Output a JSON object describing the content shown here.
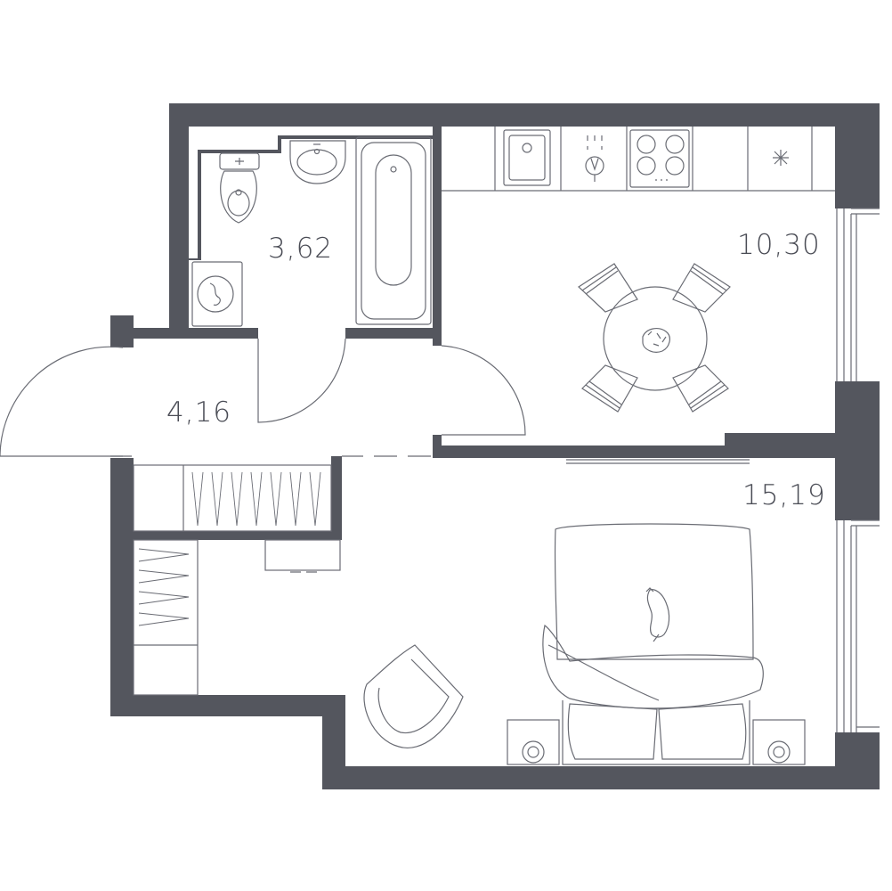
{
  "colors": {
    "wall": "#54565e",
    "line": "#6a6c74",
    "text": "#4a4c55",
    "background": "#ffffff"
  },
  "rooms": [
    {
      "id": "bathroom",
      "area_label": "3,62"
    },
    {
      "id": "kitchen",
      "area_label": "10,30"
    },
    {
      "id": "hallway",
      "area_label": "4,16"
    },
    {
      "id": "bedroom",
      "area_label": "15,19"
    }
  ],
  "icons": [
    "toilet-icon",
    "washbasin-icon",
    "bathtub-icon",
    "washing-machine-icon",
    "kitchen-sink-icon",
    "faucet-icon",
    "cooktop-icon",
    "fridge-icon",
    "dining-table-icon",
    "chair-icon",
    "wardrobe-icon",
    "desk-icon",
    "armchair-icon",
    "bed-icon",
    "nightstand-icon",
    "cat-icon",
    "tv-icon"
  ]
}
